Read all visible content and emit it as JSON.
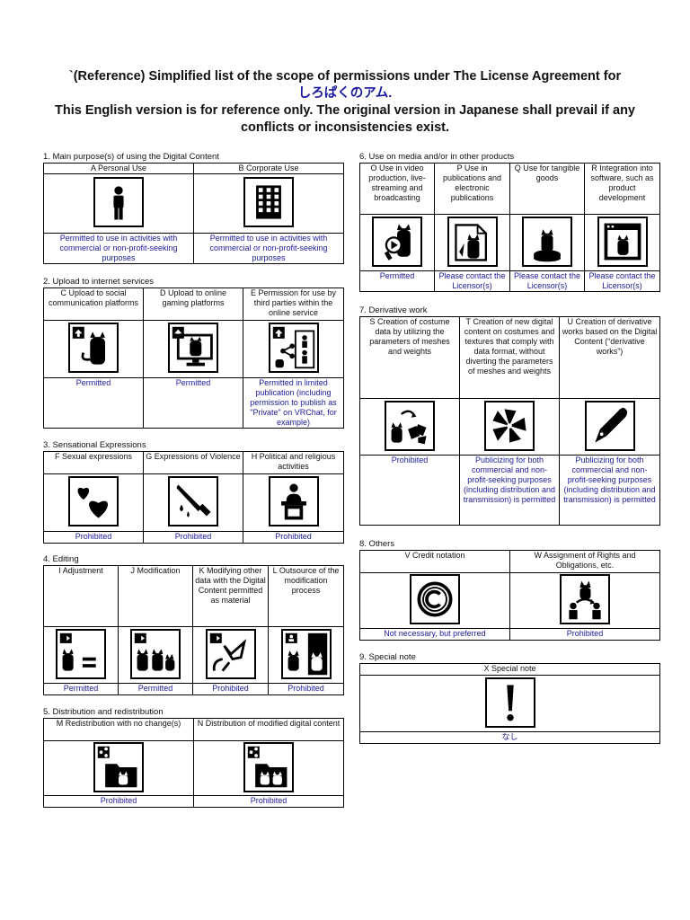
{
  "header": {
    "line1": "`(Reference) Simplified list of the scope of permissions under The License Agreement for",
    "product_name": "しろぱくのアム.",
    "line3": "This English version is for reference only. The original version in Japanese shall prevail if any conflicts or inconsistencies exist."
  },
  "colors": {
    "status_text": "#1a1a9a",
    "border": "#000000"
  },
  "sections": {
    "s1": {
      "title": "1. Main purpose(s) of using the Digital Content",
      "items": [
        {
          "label": "A Personal Use",
          "icon": "person-icon",
          "status": "Permitted to use in activities with commercial or non-profit-seeking purposes"
        },
        {
          "label": "B  Corporate Use",
          "icon": "office-building-icon",
          "status": "Permitted to use in activities with commercial or non-profit-seeking purposes"
        }
      ]
    },
    "s2": {
      "title": "2. Upload to internet services",
      "items": [
        {
          "label": "C Upload to social communication platforms",
          "icon": "upload-social-icon",
          "status": "Permitted"
        },
        {
          "label": "D Upload to online gaming platforms",
          "icon": "upload-game-icon",
          "status": "Permitted"
        },
        {
          "label": "E Permission for use by third parties within the online service",
          "icon": "third-party-share-icon",
          "status": "Permitted in limited publication (including permission to publish as \"Private\" on VRChat, for example)"
        }
      ]
    },
    "s3": {
      "title": "3. Sensational Expressions",
      "items": [
        {
          "label": "F Sexual expressions",
          "icon": "hearts-icon",
          "status": "Prohibited"
        },
        {
          "label": "G Expressions of Violence",
          "icon": "knife-icon",
          "status": "Prohibited"
        },
        {
          "label": "H Political and religious activities",
          "icon": "podium-speaker-icon",
          "status": "Prohibited"
        }
      ]
    },
    "s4": {
      "title": "4. Editing",
      "items": [
        {
          "label": "I Adjustment",
          "icon": "adjust-equal-icon",
          "status": "Permitted"
        },
        {
          "label": "J Modification",
          "icon": "modify-cats-icon",
          "status": "Permitted"
        },
        {
          "label": "K Modifying other data with the Digital Content permitted as material",
          "icon": "modify-other-data-icon",
          "status": "Prohibited"
        },
        {
          "label": "L Outsource of the modification process",
          "icon": "outsource-icon",
          "status": "Prohibited"
        }
      ]
    },
    "s5": {
      "title": "5. Distribution and redistribution",
      "items": [
        {
          "label": "M Redistribution with no change(s)",
          "icon": "redistribute-folder-icon",
          "status": "Prohibited"
        },
        {
          "label": "N Distribution of modified digital content",
          "icon": "distribute-modified-icon",
          "status": "Prohibited"
        }
      ]
    },
    "s6": {
      "title": "6. Use on media and/or in other products",
      "items": [
        {
          "label": "O Use in video production, live-streaming and broadcasting",
          "icon": "video-play-icon",
          "status": "Permitted"
        },
        {
          "label": "P Use in publications and electronic publications",
          "icon": "publication-icon",
          "status": "Please contact the Licensor(s)"
        },
        {
          "label": "Q Use for tangible goods",
          "icon": "figure-goods-icon",
          "status": "Please contact the Licensor(s)"
        },
        {
          "label": "R Integration into software, such as product development",
          "icon": "software-window-icon",
          "status": "Please contact the Licensor(s)"
        }
      ]
    },
    "s7": {
      "title": "7. Derivative work",
      "items": [
        {
          "label": "S Creation of costume data by utilizing the parameters of meshes and weights",
          "icon": "costume-data-icon",
          "status": "Prohibited"
        },
        {
          "label": "T Creation of new digital content on costumes and textures that comply with data format, without diverting the parameters of meshes and weights",
          "icon": "texture-pinwheel-icon",
          "status": "Publicizing for both commercial and non-profit-seeking purposes (including distribution and transmission) is permitted"
        },
        {
          "label": "U Creation of derivative works based on the Digital Content (“derivative works”)",
          "icon": "pen-nib-icon",
          "status": "Publicizing for both commercial and non-profit-seeking purposes (including distribution and transmission) is permitted"
        }
      ]
    },
    "s8": {
      "title": "8. Others",
      "items": [
        {
          "label": "V Credit notation",
          "icon": "copyright-icon",
          "status": "Not necessary, but preferred"
        },
        {
          "label": "W Assignment of Rights and Obligations, etc.",
          "icon": "assignment-transfer-icon",
          "status": "Prohibited"
        }
      ]
    },
    "s9": {
      "title": "9. Special note",
      "items": [
        {
          "label": "X Special note",
          "icon": "exclamation-icon",
          "status": "なし"
        }
      ]
    }
  }
}
